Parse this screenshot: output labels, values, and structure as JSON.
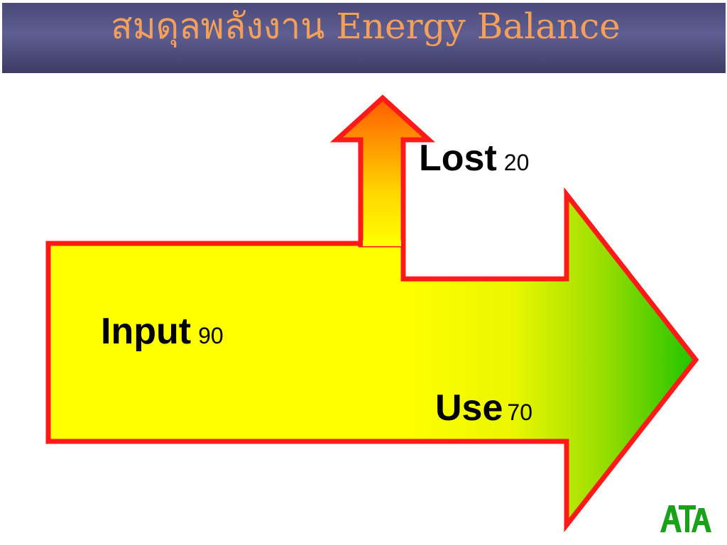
{
  "title": "สมดุลพลังงาน Energy Balance",
  "colors": {
    "title_bar": "#4f4f82",
    "title_text": "#f4a05a",
    "arrow_outline": "#ff1a1a",
    "fill_yellow": "#ffff00",
    "fill_orange": "#ff6a00",
    "fill_green": "#22c400",
    "logo_green": "#1aa11a"
  },
  "flows": {
    "input": {
      "label": "Input",
      "value": "90"
    },
    "lost": {
      "label": "Lost",
      "value": "20"
    },
    "use": {
      "label": "Use",
      "value": "70"
    }
  },
  "logo": {
    "icon": "ata-logo-icon"
  }
}
